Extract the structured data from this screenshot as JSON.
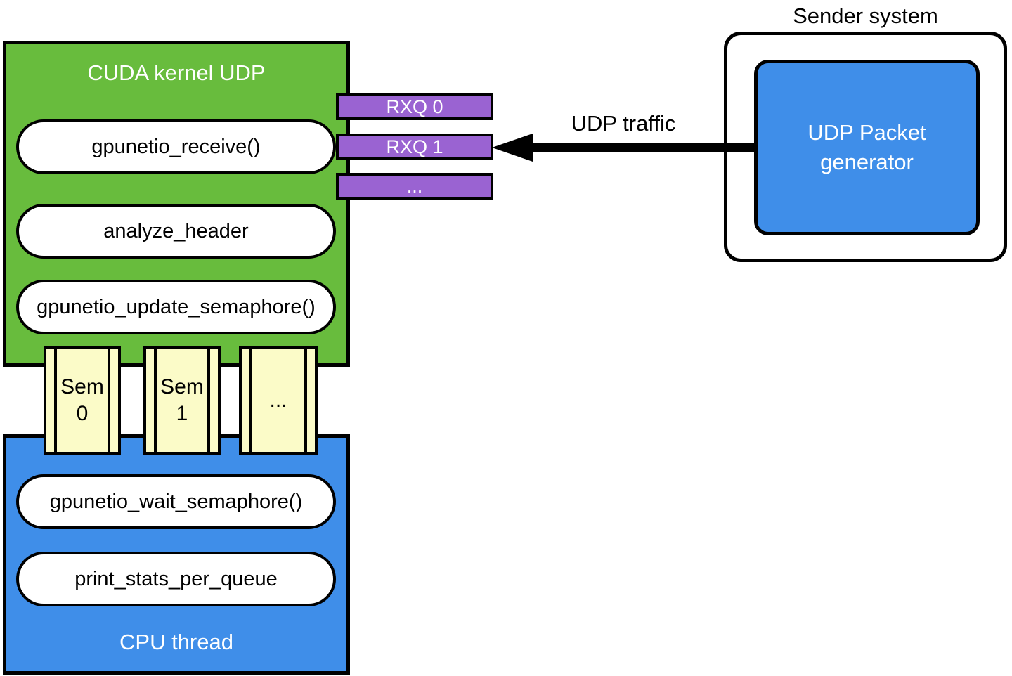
{
  "colors": {
    "gpu_green": "#68bc3d",
    "cpu_blue": "#3f8ee9",
    "queue_purple": "#9a63d2",
    "semaphore_yellow": "#fbfbc8",
    "outline_black": "#000000",
    "pill_white": "#ffffff"
  },
  "gpu_block": {
    "title": "CUDA kernel UDP",
    "pills": [
      {
        "label": "gpunetio_receive()"
      },
      {
        "label": "analyze_header"
      },
      {
        "label": "gpunetio_update_semaphore()"
      }
    ]
  },
  "rx_queues": [
    {
      "label": "RXQ 0"
    },
    {
      "label": "RXQ 1"
    },
    {
      "label": "..."
    }
  ],
  "traffic_arrow": {
    "label": "UDP traffic"
  },
  "sender": {
    "title": "Sender system",
    "generator_line1": "UDP Packet",
    "generator_line2": "generator"
  },
  "semaphores": [
    {
      "line1": "Sem",
      "line2": "0"
    },
    {
      "line1": "Sem",
      "line2": "1"
    },
    {
      "line1": "...",
      "line2": ""
    }
  ],
  "cpu_block": {
    "title": "CPU thread",
    "pills": [
      {
        "label": "gpunetio_wait_semaphore()"
      },
      {
        "label": "print_stats_per_queue"
      }
    ]
  }
}
